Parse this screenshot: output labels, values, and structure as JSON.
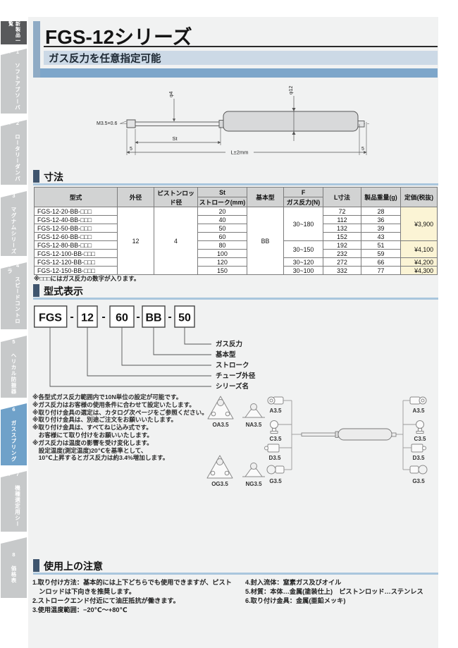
{
  "palette": {
    "accent_steel_blue": "#7da6ca",
    "accent_light_blue": "#ccd9e6",
    "active_tab_blue": "#6fa1c9",
    "tab_gray": "#c7c9ca",
    "section_bar_navy": "#3f556e",
    "price_bg_yellow": "#fbf4d5"
  },
  "sidebar": {
    "tabs": [
      {
        "label": "新製品一覧"
      },
      {
        "label": "1 ソフトアブソーバー"
      },
      {
        "label": "2 ロータリーダンパー"
      },
      {
        "label": "3 マグナムシリーズ"
      },
      {
        "label": "4 スピードコントローラ"
      },
      {
        "label": "5 ヘリカル防振器"
      },
      {
        "label": "6 ガススプリング"
      },
      {
        "label": "7 機種選定用シート"
      },
      {
        "label": "8 価格表"
      }
    ]
  },
  "header": {
    "title": "FGS-12シリーズ",
    "subtitle": "ガス反力を任意指定可能"
  },
  "drawing": {
    "thread": "M3.5×0.6",
    "rod_dia": "φ4",
    "body_dia": "φ12",
    "stroke": "St",
    "length": "L±2mm",
    "left_end": "5",
    "right_end": "5"
  },
  "dimensions": {
    "section_title": "寸法",
    "headers": {
      "model": "型式",
      "od": "外径",
      "rod": "ピストンロッド径",
      "st_top": "St",
      "st_sub": "ストローク(mm)",
      "basic": "基本型",
      "f_top": "F",
      "f_sub": "ガス反力(N)",
      "l": "L寸法",
      "weight": "製品重量(g)",
      "price": "定価(税抜)"
    },
    "od": "12",
    "rod": "4",
    "basic": "BB",
    "rows": [
      {
        "model": "FGS-12-20-BB-□□□",
        "st": "20",
        "l": "72",
        "w": "28"
      },
      {
        "model": "FGS-12-40-BB-□□□",
        "st": "40",
        "l": "112",
        "w": "36"
      },
      {
        "model": "FGS-12-50-BB-□□□",
        "st": "50",
        "l": "132",
        "w": "39"
      },
      {
        "model": "FGS-12-60-BB-□□□",
        "st": "60",
        "l": "152",
        "w": "43"
      },
      {
        "model": "FGS-12-80-BB-□□□",
        "st": "80",
        "l": "192",
        "w": "51"
      },
      {
        "model": "FGS-12-100-BB-□□□",
        "st": "100",
        "l": "232",
        "w": "59"
      },
      {
        "model": "FGS-12-120-BB-□□□",
        "st": "120",
        "l": "272",
        "w": "66"
      },
      {
        "model": "FGS-12-150-BB-□□□",
        "st": "150",
        "l": "332",
        "w": "77"
      }
    ],
    "groups": [
      {
        "force": "30~180",
        "price": "¥3,900"
      },
      {
        "force": "30~150",
        "price": "¥4,100"
      },
      {
        "force": "30~120",
        "price": "¥4,200"
      },
      {
        "force": "30~100",
        "price": "¥4,300"
      }
    ],
    "footnote": "※□□□にはガス反力の数字が入ります。"
  },
  "model_code": {
    "section_title": "型式表示",
    "segments": [
      "FGS",
      "12",
      "60",
      "BB",
      "50"
    ],
    "separator": "-",
    "labels": [
      "ガス反力",
      "基本型",
      "ストローク",
      "チューブ外径",
      "シリーズ名"
    ]
  },
  "notes": [
    "※各型式ガス反力範囲内で10N単位の設定が可能です。",
    "※ガス反力はお客様の使用条件に合わせて設定いたします。",
    "※取り付け金具の選定は、カタログ次ページをご参照ください。",
    "※取り付け金具は、別途ご注文をお願いいたします。",
    "※取り付け金具は、すべてねじ込み式です。",
    "　お客様にて取り付けをお願いいたします。",
    "※ガス反力は温度の影響を受け変化します。",
    "　設定温度(測定温度)20℃を基準として、",
    "　10℃上昇するとガス反力は約3.4%増加します。"
  ],
  "fittings": {
    "outer": [
      "OA3.5",
      "NA3.5",
      "OG3.5",
      "NG3.5"
    ],
    "rod_side": [
      "A3.5",
      "C3.5",
      "D3.5",
      "G3.5"
    ],
    "body_side": [
      "A3.5",
      "C3.5",
      "D3.5",
      "G3.5"
    ]
  },
  "usage": {
    "section_title": "使用上の注意",
    "left": [
      "1.取り付け方法：基本的には上下どちらでも使用できますが、ピスト",
      "　ンロッドは下向きを推奨します。",
      "2.ストロークエンド付近にて油圧抵抗が働きます。",
      "3.使用温度範囲：−20℃〜+80℃"
    ],
    "right": [
      "4.封入流体：窒素ガス及びオイル",
      "5.材質：本体…金属(塗装仕上)　ピストンロッド…ステンレス",
      "6.取り付け金具：金属(亜鉛メッキ)"
    ]
  }
}
